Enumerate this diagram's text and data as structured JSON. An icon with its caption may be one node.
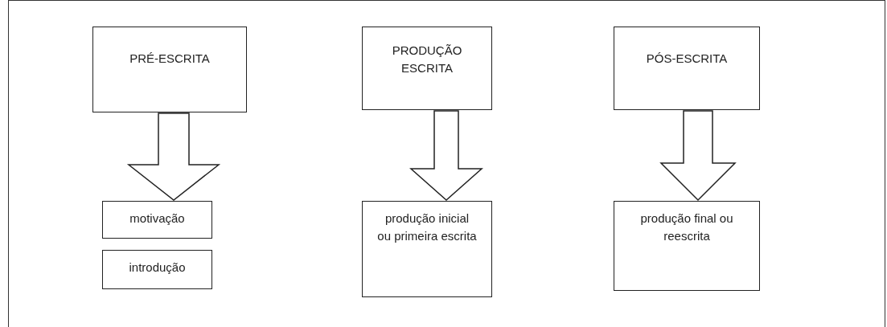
{
  "diagram": {
    "nodes": [
      {
        "text": [
          "PRÉ-ESCRITA"
        ]
      },
      {
        "text": [
          "PRODUÇÃO ESCRITA"
        ]
      },
      {
        "text": [
          "PÓS-ESCRITA"
        ]
      },
      {
        "text": [
          "motivação"
        ]
      },
      {
        "text": [
          "introdução"
        ]
      },
      {
        "text": [
          "produção inicial ou primeira escrita"
        ]
      },
      {
        "text": [
          "produção final ou reescrita"
        ]
      }
    ],
    "edges": [
      {
        "from": 0,
        "to": 3,
        "arrow": "to"
      },
      {
        "from": 1,
        "to": 5,
        "arrow": "to"
      },
      {
        "from": 2,
        "to": 6,
        "arrow": "to"
      }
    ]
  }
}
